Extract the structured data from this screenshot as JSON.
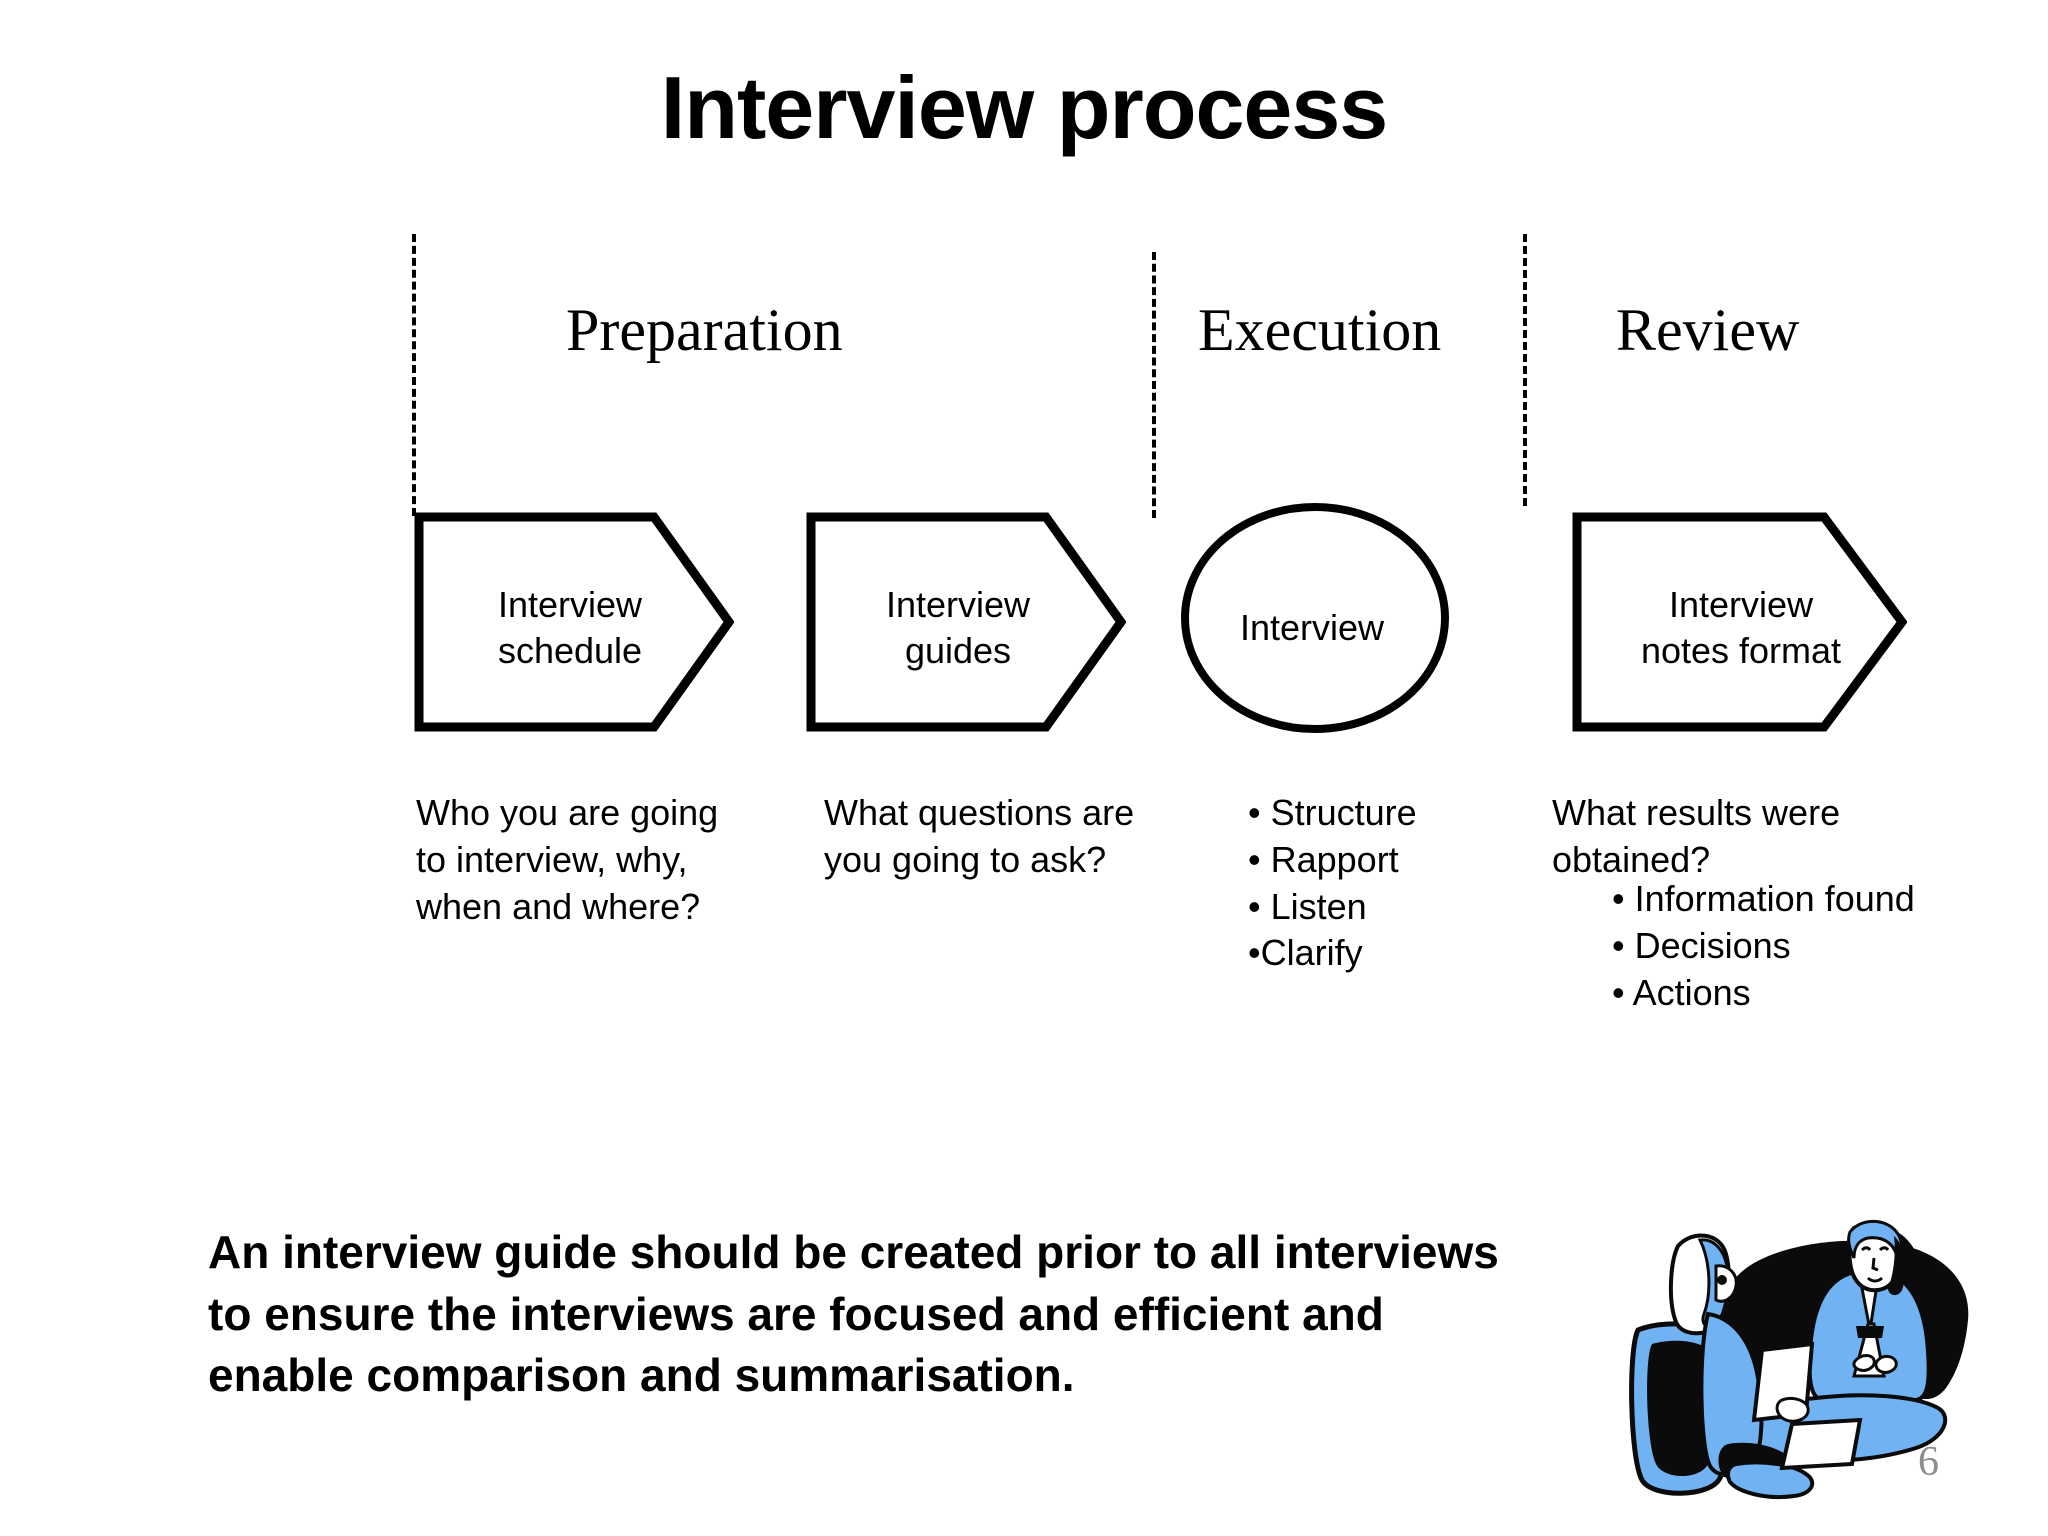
{
  "slide": {
    "title": "Interview process",
    "page_number": "6",
    "background_color": "#ffffff",
    "accent_color": "#6eb0f0",
    "page_number_color": "#8d8d8d"
  },
  "phases": [
    {
      "id": "preparation",
      "label": "Preparation"
    },
    {
      "id": "execution",
      "label": "Execution"
    },
    {
      "id": "review",
      "label": "Review"
    }
  ],
  "separators": [
    {
      "id": "divider-1",
      "style": "dashed"
    },
    {
      "id": "divider-2",
      "style": "dashed"
    },
    {
      "id": "divider-3",
      "style": "dashed"
    }
  ],
  "shapes": [
    {
      "id": "interview-schedule",
      "type": "arrow",
      "label": "Interview\nschedule"
    },
    {
      "id": "interview-guides",
      "type": "arrow",
      "label": "Interview\nguides"
    },
    {
      "id": "interview",
      "type": "ellipse",
      "label": "Interview"
    },
    {
      "id": "interview-notes-format",
      "type": "arrow",
      "label": "Interview\nnotes format"
    }
  ],
  "descriptions": {
    "preparation_schedule": "Who you are going to interview, why, when and where?",
    "preparation_guides": "What questions are you going to ask?",
    "review_intro": "What results were obtained?"
  },
  "execution_bullets": [
    "• Structure",
    "• Rapport",
    "• Listen",
    "•Clarify"
  ],
  "review_bullets": [
    "• Information found",
    "• Decisions",
    "• Actions"
  ],
  "statement": "An interview guide should be created prior to all interviews to ensure the interviews are focused and efficient and enable comparison and summarisation.",
  "clipart": {
    "name": "interview-illustration",
    "description": "Two people seated at a table during an interview"
  }
}
